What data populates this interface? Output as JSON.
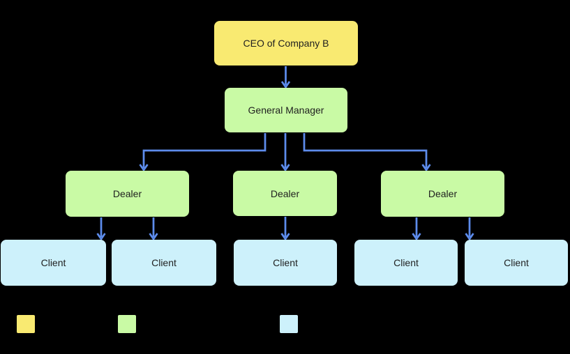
{
  "nodes": {
    "ceo": {
      "label": "CEO of Company B"
    },
    "general_manager": {
      "label": "General Manager"
    },
    "dealers": [
      {
        "label": "Dealer"
      },
      {
        "label": "Dealer"
      },
      {
        "label": "Dealer"
      }
    ],
    "clients": [
      {
        "label": "Client"
      },
      {
        "label": "Client"
      },
      {
        "label": "Client"
      },
      {
        "label": "Client"
      },
      {
        "label": "Client"
      }
    ]
  },
  "legend": {
    "swatches": [
      {
        "color": "#F9EA71"
      },
      {
        "color": "#C9FAA5"
      },
      {
        "color": "#CDF1FB"
      }
    ]
  },
  "colors": {
    "background": "#000000",
    "node-yellow": "#F9EA71",
    "node-green": "#C9FAA5",
    "node-blue": "#CDF1FB",
    "connector": "#5D8CEC",
    "text": "#1F1F1F"
  }
}
